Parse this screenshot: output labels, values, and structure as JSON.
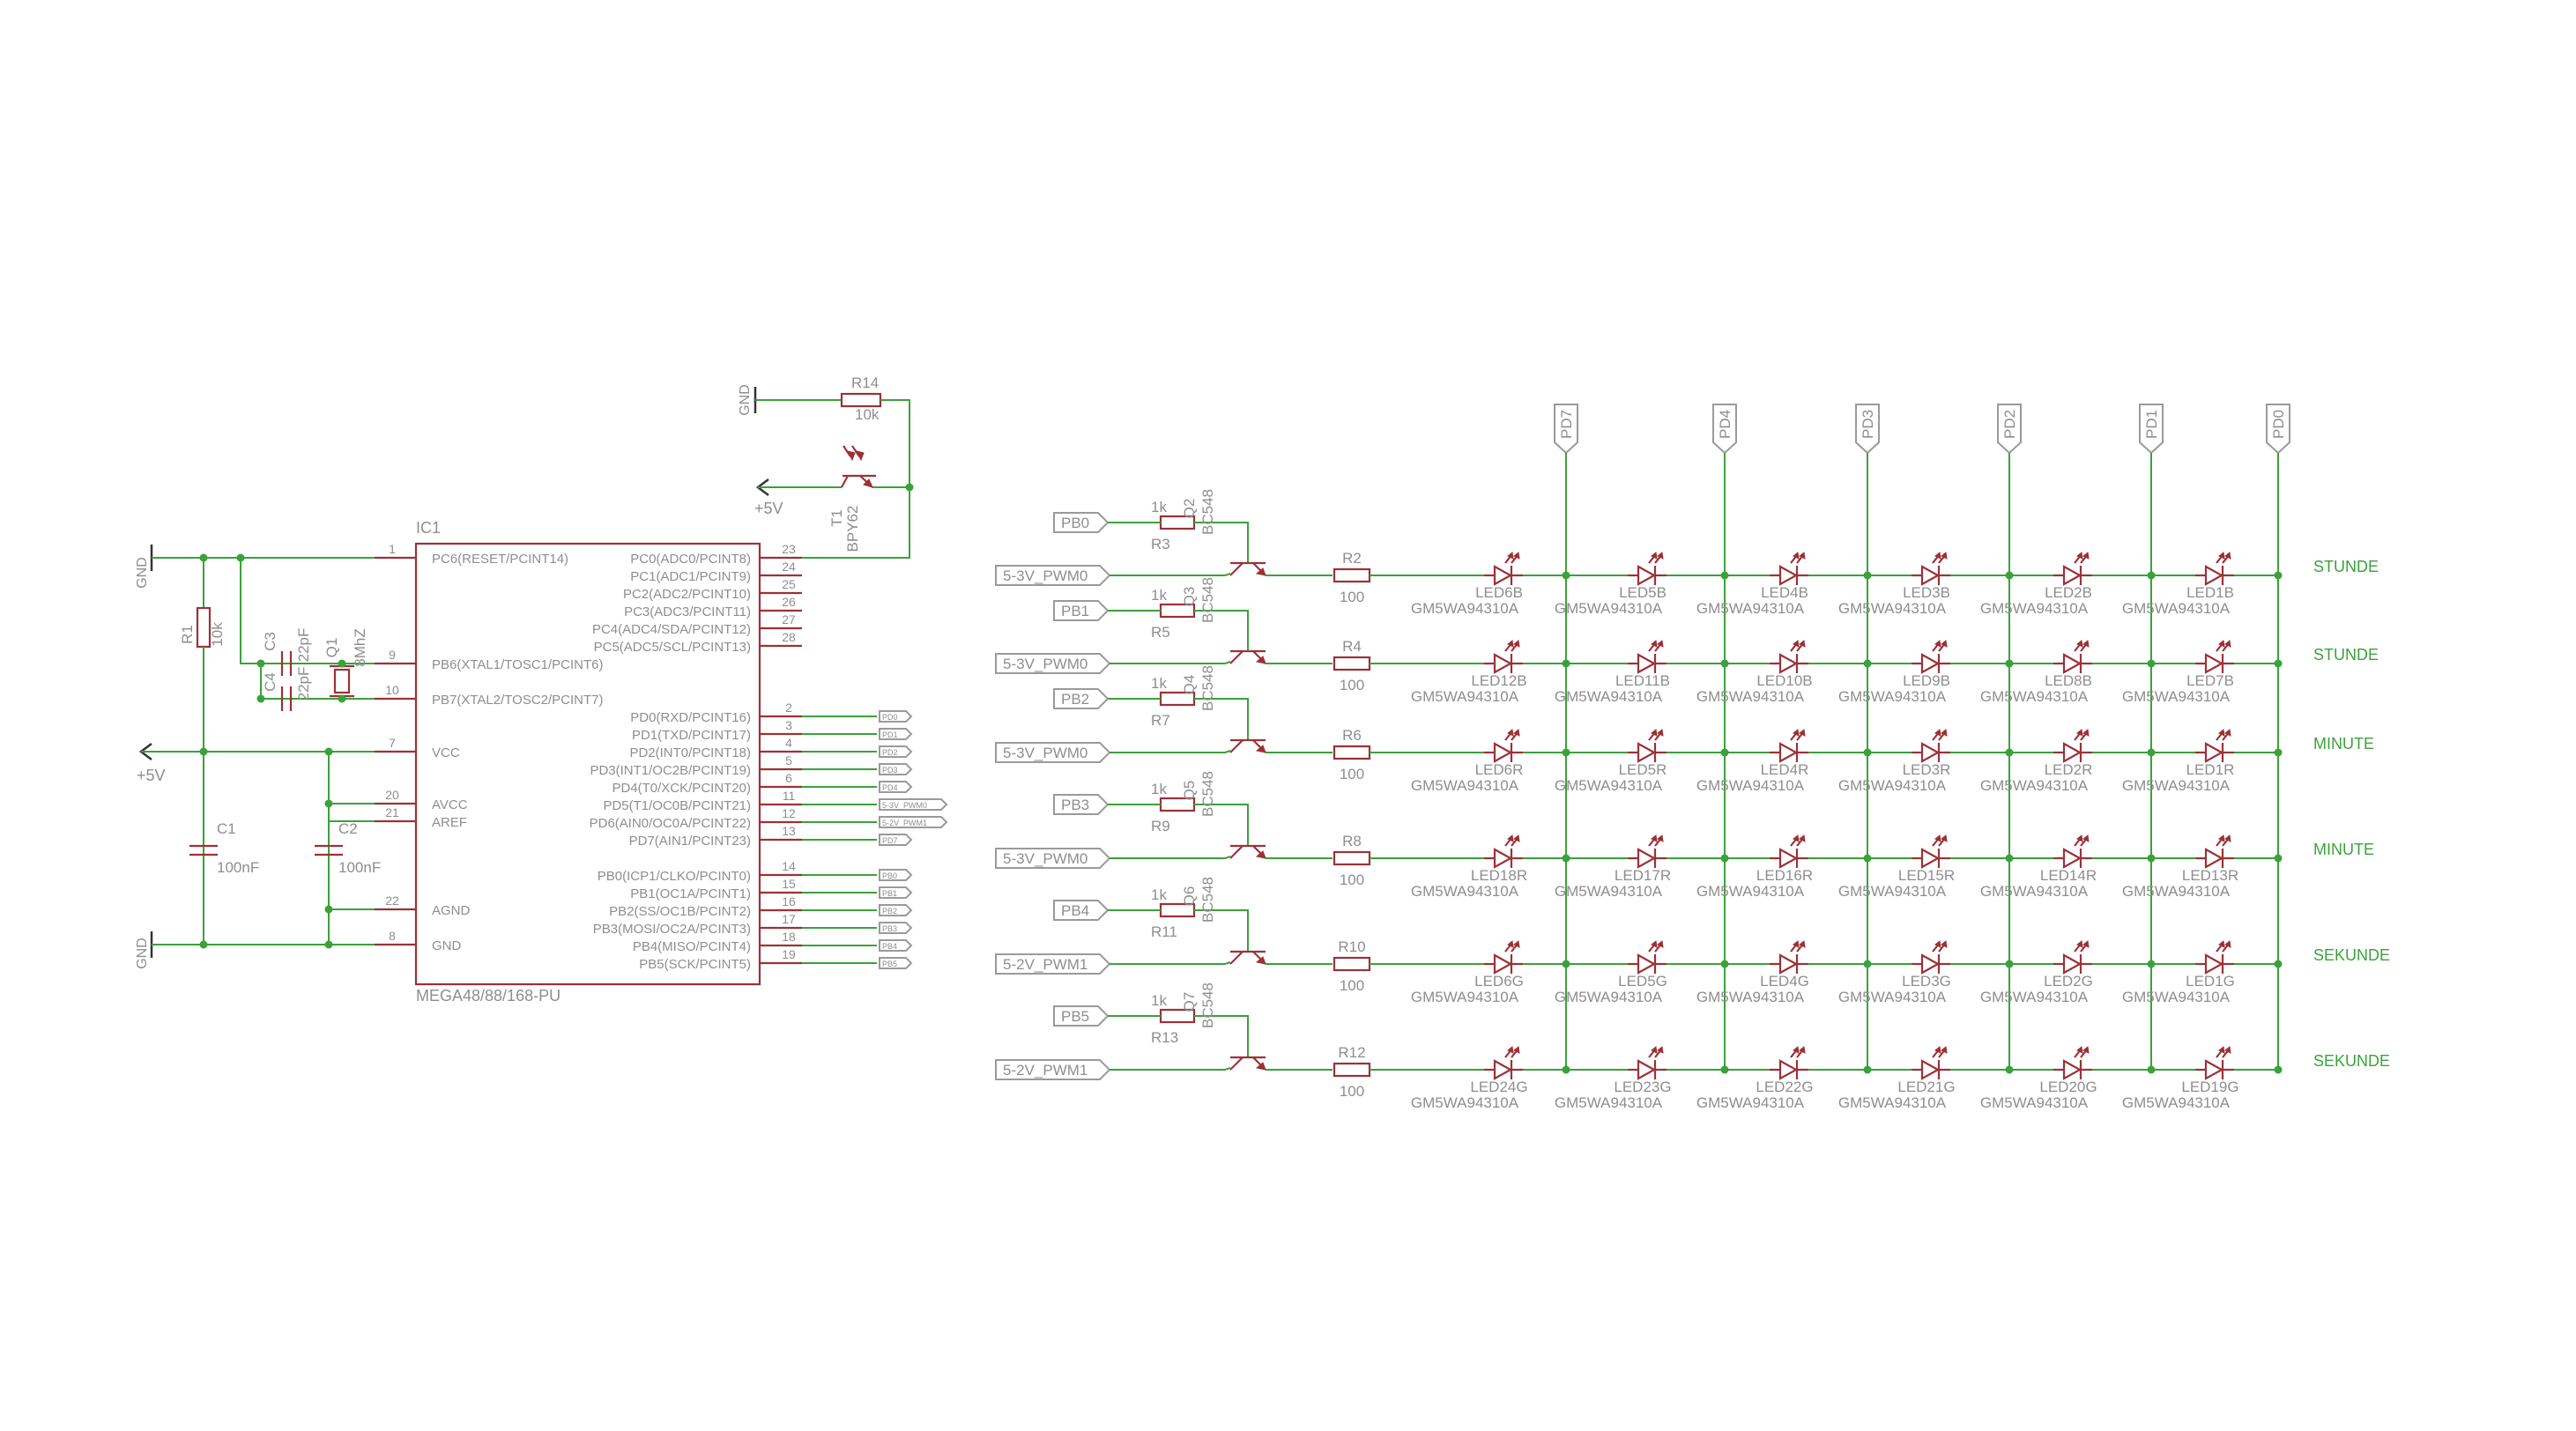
{
  "colors": {
    "wire": "#3aa23a",
    "part": "#9b3238",
    "text": "#8e8e8e",
    "net_label": "#3aa23a"
  },
  "ic": {
    "name": "IC1",
    "value": "MEGA48/88/168-PU",
    "left_pins": [
      {
        "num": "1",
        "label": "PC6(RESET/PCINT14)"
      },
      {
        "num": "9",
        "label": "PB6(XTAL1/TOSC1/PCINT6)"
      },
      {
        "num": "10",
        "label": "PB7(XTAL2/TOSC2/PCINT7)"
      },
      {
        "num": "7",
        "label": "VCC"
      },
      {
        "num": "20",
        "label": "AVCC"
      },
      {
        "num": "21",
        "label": "AREF"
      },
      {
        "num": "22",
        "label": "AGND"
      },
      {
        "num": "8",
        "label": "GND"
      }
    ],
    "right_pins": [
      {
        "num": "23",
        "label": "PC0(ADC0/PCINT8)",
        "tag": ""
      },
      {
        "num": "24",
        "label": "PC1(ADC1/PCINT9)",
        "tag": ""
      },
      {
        "num": "25",
        "label": "PC2(ADC2/PCINT10)",
        "tag": ""
      },
      {
        "num": "26",
        "label": "PC3(ADC3/PCINT11)",
        "tag": ""
      },
      {
        "num": "27",
        "label": "PC4(ADC4/SDA/PCINT12)",
        "tag": ""
      },
      {
        "num": "28",
        "label": "PC5(ADC5/SCL/PCINT13)",
        "tag": ""
      },
      {
        "num": "2",
        "label": "PD0(RXD/PCINT16)",
        "tag": "PD0"
      },
      {
        "num": "3",
        "label": "PD1(TXD/PCINT17)",
        "tag": "PD1"
      },
      {
        "num": "4",
        "label": "PD2(INT0/PCINT18)",
        "tag": "PD2"
      },
      {
        "num": "5",
        "label": "PD3(INT1/OC2B/PCINT19)",
        "tag": "PD3"
      },
      {
        "num": "6",
        "label": "PD4(T0/XCK/PCINT20)",
        "tag": "PD4"
      },
      {
        "num": "11",
        "label": "PD5(T1/OC0B/PCINT21)",
        "tag": "5-3V_PWM0"
      },
      {
        "num": "12",
        "label": "PD6(AIN0/OC0A/PCINT22)",
        "tag": "5-2V_PWM1"
      },
      {
        "num": "13",
        "label": "PD7(AIN1/PCINT23)",
        "tag": "PD7"
      },
      {
        "num": "14",
        "label": "PB0(ICP1/CLKO/PCINT0)",
        "tag": "PB0"
      },
      {
        "num": "15",
        "label": "PB1(OC1A/PCINT1)",
        "tag": "PB1"
      },
      {
        "num": "16",
        "label": "PB2(SS/OC1B/PCINT2)",
        "tag": "PB2"
      },
      {
        "num": "17",
        "label": "PB3(MOSI/OC2A/PCINT3)",
        "tag": "PB3"
      },
      {
        "num": "18",
        "label": "PB4(MISO/PCINT4)",
        "tag": "PB4"
      },
      {
        "num": "19",
        "label": "PB5(SCK/PCINT5)",
        "tag": "PB5"
      }
    ]
  },
  "left_parts": {
    "gnd_top": "GND",
    "gnd_bottom": "GND",
    "supply": "+5V",
    "r1": {
      "name": "R1",
      "value": "10k"
    },
    "c3": {
      "name": "C3",
      "value": "22pF"
    },
    "c4": {
      "name": "C4",
      "value": "22pF"
    },
    "q1": {
      "name": "Q1",
      "value": "8MhZ"
    },
    "c1": {
      "name": "C1",
      "value": "100nF"
    },
    "c2": {
      "name": "C2",
      "value": "100nF"
    }
  },
  "light_sensor": {
    "gnd": "GND",
    "supply": "+5V",
    "r14": {
      "name": "R14",
      "value": "10k"
    },
    "t1": {
      "name": "T1",
      "value": "BPY62"
    }
  },
  "columns": [
    {
      "tag": "PD7",
      "leds": [
        "LED6B",
        "LED12B",
        "LED6R",
        "LED18R",
        "LED6G",
        "LED24G"
      ]
    },
    {
      "tag": "PD4",
      "leds": [
        "LED5B",
        "LED11B",
        "LED5R",
        "LED17R",
        "LED5G",
        "LED23G"
      ]
    },
    {
      "tag": "PD3",
      "leds": [
        "LED4B",
        "LED10B",
        "LED4R",
        "LED16R",
        "LED4G",
        "LED22G"
      ]
    },
    {
      "tag": "PD2",
      "leds": [
        "LED3B",
        "LED9B",
        "LED3R",
        "LED15R",
        "LED3G",
        "LED21G"
      ]
    },
    {
      "tag": "PD1",
      "leds": [
        "LED2B",
        "LED8B",
        "LED2R",
        "LED14R",
        "LED2G",
        "LED20G"
      ]
    },
    {
      "tag": "PD0",
      "leds": [
        "LED1B",
        "LED7B",
        "LED1R",
        "LED13R",
        "LED1G",
        "LED19G"
      ]
    }
  ],
  "led_value": "GM5WA94310A",
  "rows": [
    {
      "pwm": "5-3V_PWM0",
      "net": "STUNDE",
      "base": {
        "tag": "PB0",
        "res": "R3",
        "val": "1k",
        "q": "Q2",
        "qval": "BC548"
      },
      "series": {
        "name": "R2",
        "value": "100"
      }
    },
    {
      "pwm": "5-3V_PWM0",
      "net": "STUNDE",
      "base": {
        "tag": "PB1",
        "res": "R5",
        "val": "1k",
        "q": "Q3",
        "qval": "BC548"
      },
      "series": {
        "name": "R4",
        "value": "100"
      }
    },
    {
      "pwm": "5-3V_PWM0",
      "net": "MINUTE",
      "base": {
        "tag": "PB2",
        "res": "R7",
        "val": "1k",
        "q": "Q4",
        "qval": "BC548"
      },
      "series": {
        "name": "R6",
        "value": "100"
      }
    },
    {
      "pwm": "5-3V_PWM0",
      "net": "MINUTE",
      "base": {
        "tag": "PB3",
        "res": "R9",
        "val": "1k",
        "q": "Q5",
        "qval": "BC548"
      },
      "series": {
        "name": "R8",
        "value": "100"
      }
    },
    {
      "pwm": "5-2V_PWM1",
      "net": "SEKUNDE",
      "base": {
        "tag": "PB4",
        "res": "R11",
        "val": "1k",
        "q": "Q6",
        "qval": "BC548"
      },
      "series": {
        "name": "R10",
        "value": "100"
      }
    },
    {
      "pwm": "5-2V_PWM1",
      "net": "SEKUNDE",
      "base": {
        "tag": "PB5",
        "res": "R13",
        "val": "1k",
        "q": "Q7",
        "qval": "BC548"
      },
      "series": {
        "name": "R12",
        "value": "100"
      }
    }
  ]
}
